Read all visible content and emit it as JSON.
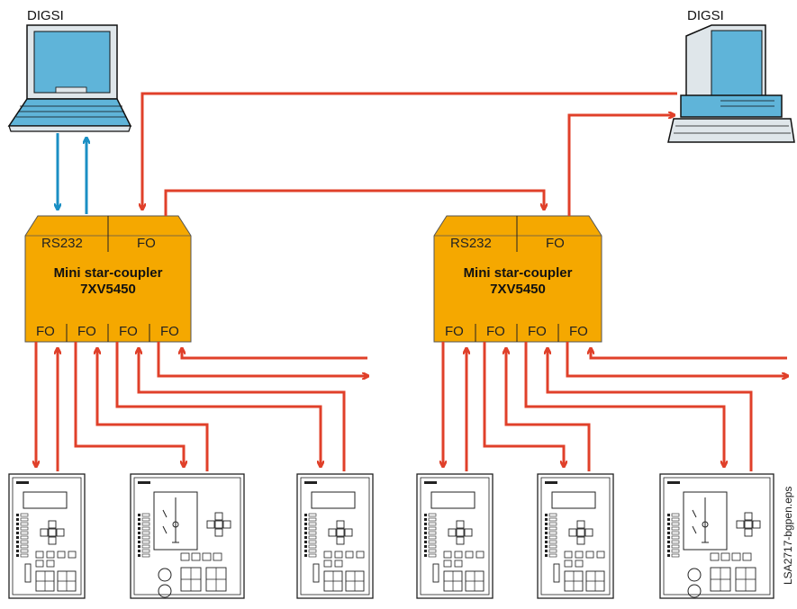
{
  "pc_left": {
    "label": "DIGSI",
    "icon": "laptop-icon"
  },
  "pc_right": {
    "label": "DIGSI",
    "icon": "desktop-computer-icon"
  },
  "couplers": [
    {
      "port_rs232": "RS232",
      "port_fo_top": "FO",
      "title_line1": "Mini star-coupler",
      "title_line2": "7XV5450",
      "bottom_ports": [
        "FO",
        "FO",
        "FO",
        "FO"
      ]
    },
    {
      "port_rs232": "RS232",
      "port_fo_top": "FO",
      "title_line1": "Mini star-coupler",
      "title_line2": "7XV5450",
      "bottom_ports": [
        "FO",
        "FO",
        "FO",
        "FO"
      ]
    }
  ],
  "file_label": "LSA2717-bgpen.eps",
  "colors": {
    "coupler_fill": "#f5a800",
    "fiber_link": "#e0402a",
    "serial_link": "#1a8fc4",
    "screen": "#5fb4d9"
  }
}
